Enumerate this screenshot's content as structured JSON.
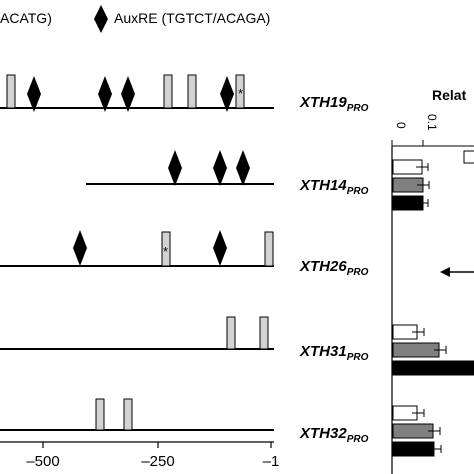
{
  "legend": {
    "ctcc_label": "ACATG)",
    "auxre_label": "AuxRE (TGTCT/ACAGA)"
  },
  "promoters": [
    {
      "name": "XTH19",
      "subscript": "PRO"
    },
    {
      "name": "XTH14",
      "subscript": "PRO"
    },
    {
      "name": "XTH26",
      "subscript": "PRO"
    },
    {
      "name": "XTH31",
      "subscript": "PRO"
    },
    {
      "name": "XTH32",
      "subscript": "PRO"
    }
  ],
  "position_axis": {
    "ticks": [
      "–500",
      "–250",
      "–1"
    ]
  },
  "expression_panel": {
    "title": "Relat",
    "ticks": [
      "0",
      "0.1"
    ],
    "bar_colors": [
      "#ffffff",
      "#808080",
      "#000000"
    ]
  },
  "marks": {
    "star": "*"
  },
  "colors": {
    "box_fill": "#d3d3d3",
    "line": "#000000"
  }
}
